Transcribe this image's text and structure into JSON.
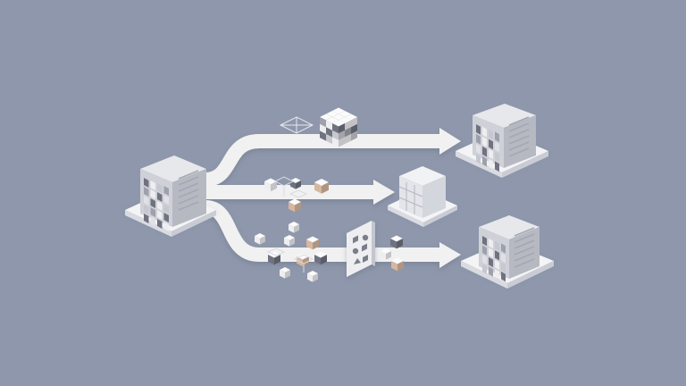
{
  "diagram": {
    "source": {
      "name": "source-server"
    },
    "routes": [
      {
        "name": "route-top",
        "payload": "assembled-cube",
        "target": "target-server-top"
      },
      {
        "name": "route-middle",
        "payload": "scattered-blocks",
        "target": "empty-frame-box"
      },
      {
        "name": "route-bottom",
        "payload": "filtered-blocks",
        "filter": "sorting-panel",
        "target": "target-server-bottom"
      }
    ]
  },
  "colors": {
    "background": "#8e97ab",
    "arrow": "#f1f1f2",
    "platform": "#f4f4f6",
    "cube_light": "#eeeef1",
    "cube_mid": "#c6c8cf",
    "cube_dark": "#6f7380",
    "accent_tan": "#d7b79e"
  }
}
